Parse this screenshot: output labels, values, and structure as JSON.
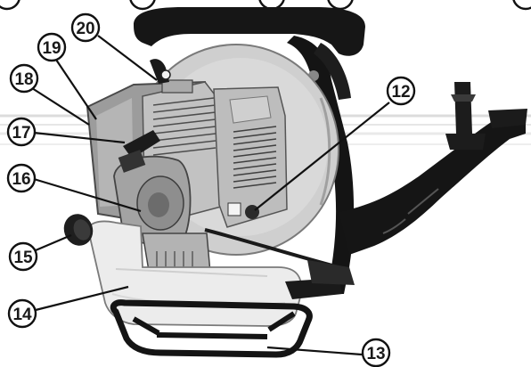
{
  "figure": {
    "subject": "backpack-leaf-blower",
    "colors": {
      "background": "#ffffff",
      "frame": "#161616",
      "engine_body": "#b9b9b9",
      "fan_housing": "#cfcfcf",
      "fuel_tank": "#ededed",
      "callout_stroke": "#111111",
      "guide_line": "#d9d9d9"
    }
  },
  "callouts": [
    {
      "id": "c20",
      "label": "20"
    },
    {
      "id": "c19",
      "label": "19"
    },
    {
      "id": "c18",
      "label": "18"
    },
    {
      "id": "c17",
      "label": "17"
    },
    {
      "id": "c16",
      "label": "16"
    },
    {
      "id": "c15",
      "label": "15"
    },
    {
      "id": "c14",
      "label": "14"
    },
    {
      "id": "c13",
      "label": "13"
    },
    {
      "id": "c12",
      "label": "12"
    }
  ]
}
